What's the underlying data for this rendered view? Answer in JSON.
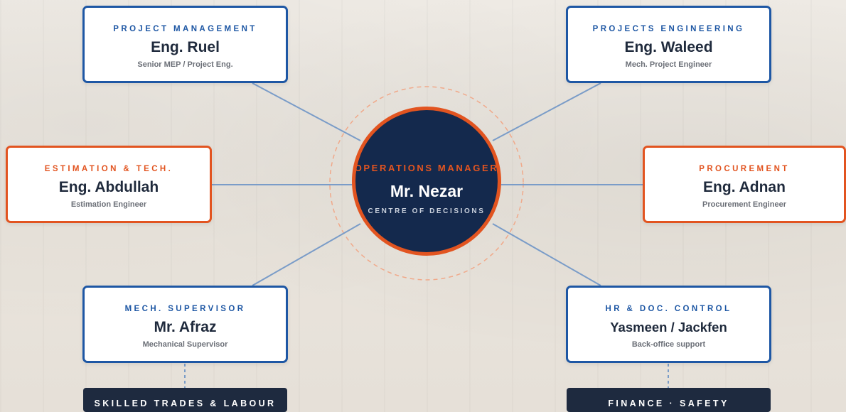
{
  "hub": {
    "title": "OPERATIONS MANAGER",
    "name": "Mr. Nezar",
    "subtitle": "CENTRE OF DECISIONS"
  },
  "nodes": {
    "project_management": {
      "dept": "PROJECT MANAGEMENT",
      "name": "Eng. Ruel",
      "role": "Senior MEP / Project Eng."
    },
    "projects_engineering": {
      "dept": "PROJECTS ENGINEERING",
      "name": "Eng. Waleed",
      "role": "Mech. Project Engineer"
    },
    "estimation": {
      "dept": "ESTIMATION & TECH.",
      "name": "Eng. Abdullah",
      "role": "Estimation Engineer"
    },
    "procurement": {
      "dept": "PROCUREMENT",
      "name": "Eng. Adnan",
      "role": "Procurement Engineer"
    },
    "mech_supervisor": {
      "dept": "MECH. SUPERVISOR",
      "name": "Mr. Afraz",
      "role": "Mechanical Supervisor"
    },
    "hr_doc_control": {
      "dept": "HR & DOC. CONTROL",
      "name": "Yasmeen / Jackfen",
      "role": "Back-office support"
    }
  },
  "sub_units": {
    "skilled_trades": "SKILLED TRADES & LABOUR",
    "finance_safety": "FINANCE · SAFETY"
  },
  "colors": {
    "blue": "#1e57a4",
    "orange": "#e25420",
    "navy": "#14294d",
    "dark": "#1e2a3f",
    "connector": "#7a9cc8"
  }
}
